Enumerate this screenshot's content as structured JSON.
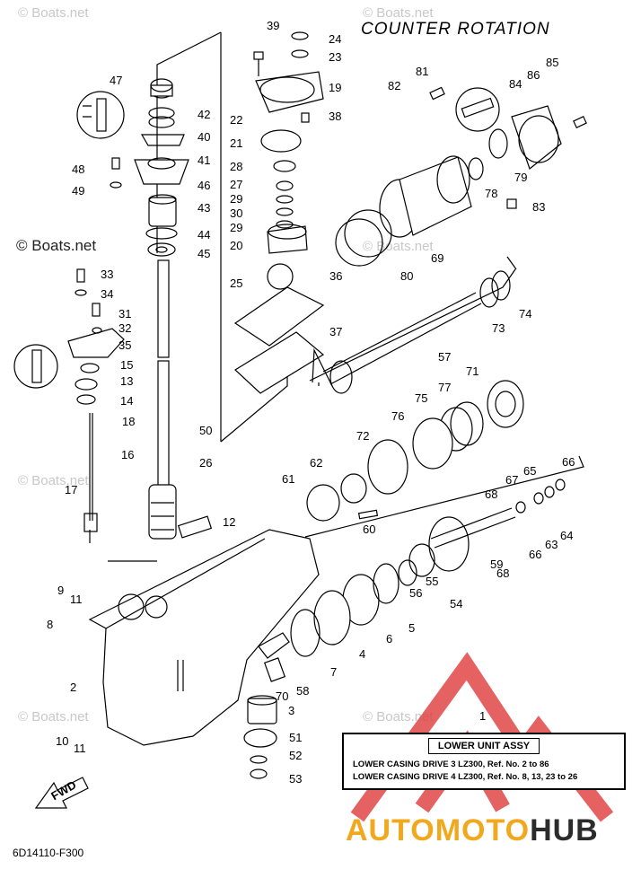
{
  "title": "COUNTER  ROTATION",
  "watermark": "© Boats.net",
  "part_code": "6D14110-F300",
  "info_box": {
    "ref_number": "1",
    "heading": "LOWER UNIT ASSY",
    "line1": "LOWER CASING DRIVE 3 LZ300, Ref. No. 2 to 86",
    "line2": "LOWER CASING DRIVE 4 LZ300, Ref. No. 8, 13, 23 to 26"
  },
  "brand": {
    "part1": "AUTOMOTO",
    "part2": "HUB",
    "accent_color": "#f2a81d",
    "dark_color": "#2b2b2b",
    "logo_color": "#e04040"
  },
  "fwd_label": "FWD",
  "callouts": [
    "2",
    "3",
    "4",
    "5",
    "6",
    "7",
    "8",
    "9",
    "10",
    "11",
    "11",
    "12",
    "13",
    "14",
    "15",
    "16",
    "17",
    "18",
    "19",
    "20",
    "21",
    "22",
    "23",
    "24",
    "25",
    "26",
    "27",
    "28",
    "29",
    "29",
    "30",
    "31",
    "32",
    "33",
    "34",
    "35",
    "36",
    "37",
    "38",
    "39",
    "40",
    "41",
    "42",
    "43",
    "44",
    "45",
    "46",
    "47",
    "48",
    "49",
    "50",
    "51",
    "52",
    "53",
    "54",
    "55",
    "56",
    "57",
    "58",
    "59",
    "60",
    "61",
    "62",
    "63",
    "64",
    "65",
    "66",
    "66",
    "67",
    "68",
    "68",
    "69",
    "70",
    "71",
    "72",
    "73",
    "74",
    "75",
    "76",
    "77",
    "78",
    "79",
    "80",
    "81",
    "82",
    "83",
    "84",
    "85",
    "86"
  ]
}
